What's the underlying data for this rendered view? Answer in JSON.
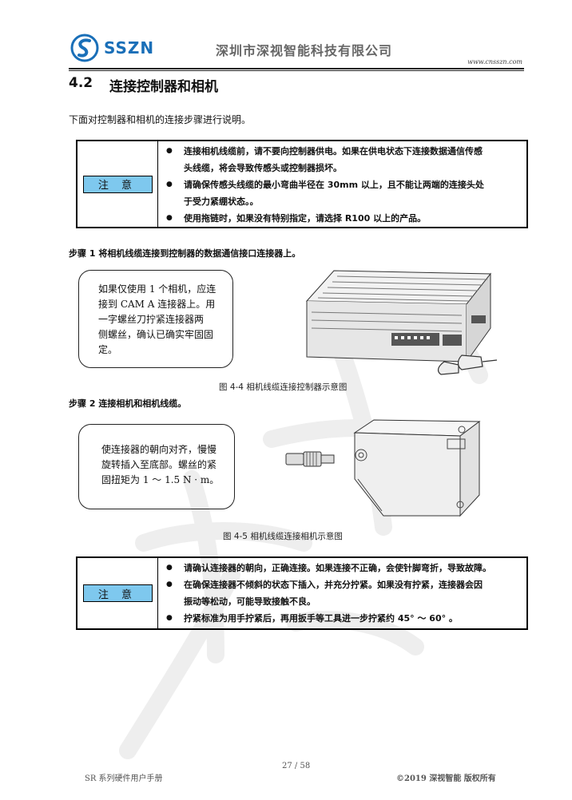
{
  "header": {
    "logo_text": "SSZN",
    "company": "深圳市深视智能科技有限公司",
    "url": "www.cnsszn.com"
  },
  "section": {
    "number": "4.2",
    "title": "连接控制器和相机",
    "intro": "下面对控制器和相机的连接步骤进行说明。"
  },
  "notice1": {
    "label": "注 意",
    "items": [
      "连接相机线缆前，请不要向控制器供电。如果在供电状态下连接数据通信传感",
      "头线缆，将会导致传感头或控制器损坏。",
      "请确保传感头线缆的最小弯曲半径在 30mm 以上，且不能让两端的连接头处",
      "于受力紧绷状态。。",
      "使用拖链时，如果没有特别指定，请选择 R100 以上的产品。"
    ]
  },
  "step1": {
    "title": "步骤 1  将相机线缆连接到控制器的数据通信接口连接器上。",
    "callout": [
      "如果仅使用 1 个相机，应连",
      "接到 CAM A 连接器上。用",
      "一字螺丝刀拧紧连接器两",
      "侧螺丝，确认已确实牢固固",
      "定。"
    ],
    "caption": "图 4-4   相机线缆连接控制器示意图"
  },
  "step2": {
    "title": "步骤 2  连接相机和相机线缆。",
    "callout": [
      "使连接器的朝向对齐，慢慢",
      "旋转插入至底部。螺丝的紧",
      "固扭矩为 1 ～ 1.5 N · m。"
    ],
    "caption": "图 4-5   相机线缆连接相机示意图"
  },
  "notice2": {
    "label": "注 意",
    "items": [
      "请确认连接器的朝向，正确连接。如果连接不正确，会使针脚弯折，导致故障。",
      "在确保连接器不倾斜的状态下插入，并充分拧紧。如果没有拧紧，连接器会因",
      "振动等松动，可能导致接触不良。",
      "拧紧标准为用手拧紧后，再用扳手等工具进一步拧紧约 45°  ～ 60°  。"
    ]
  },
  "footer": {
    "page": "27 / 58",
    "manual": "SR 系列硬件用户手册",
    "copyright": "©2019  深视智能  版权所有"
  },
  "colors": {
    "brand": "#1a6fb8",
    "notice_badge": "#7ec8ee"
  }
}
